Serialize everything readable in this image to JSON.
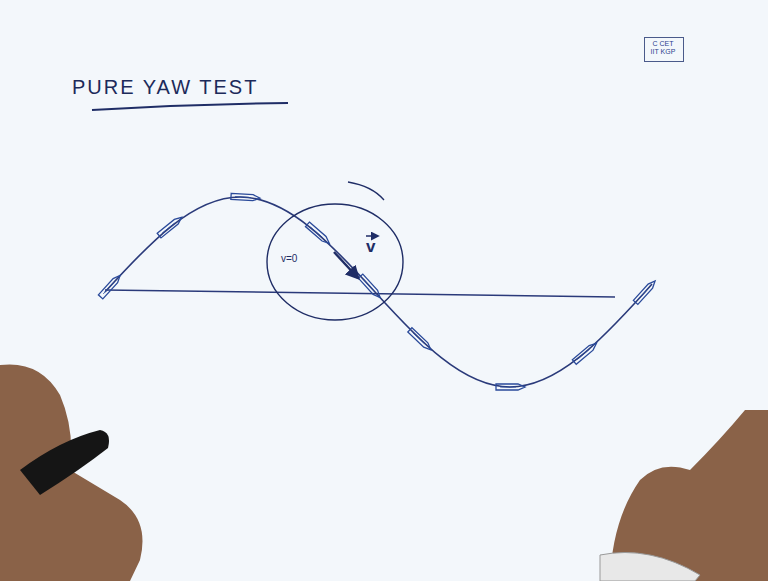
{
  "diagram": {
    "title": "PURE YAW TEST",
    "nodes": [
      {
        "text": [
          "C CET IIT KGP"
        ]
      }
    ],
    "labels": [
      "v=0",
      "v"
    ]
  }
}
